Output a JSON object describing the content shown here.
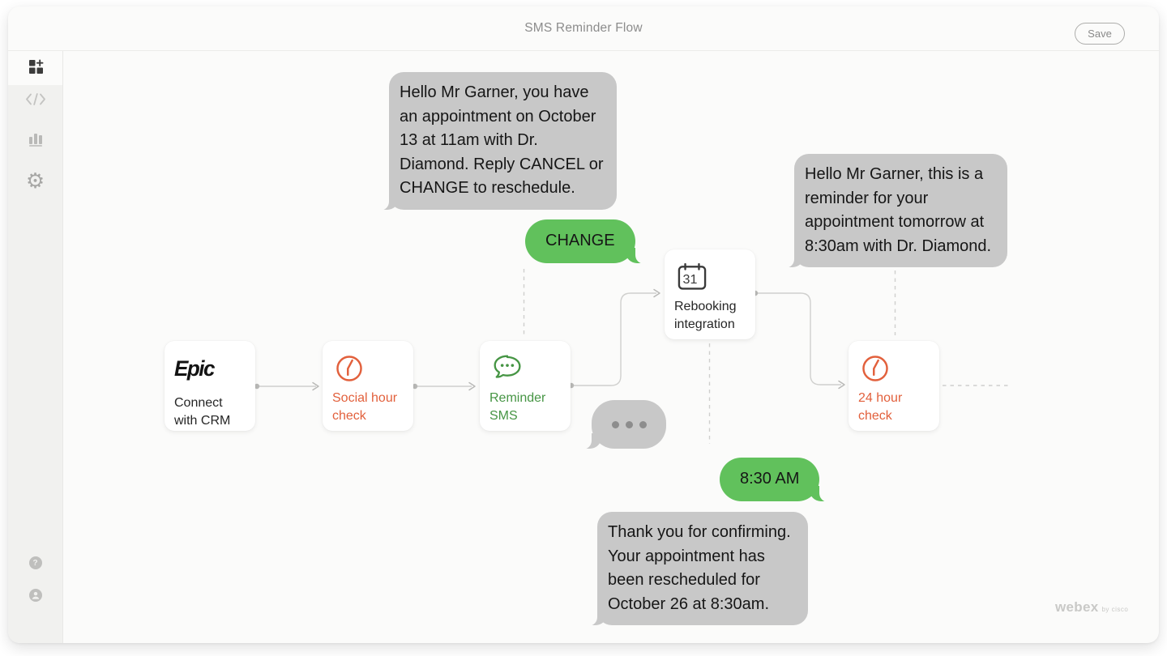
{
  "header": {
    "title": "SMS Reminder Flow",
    "save_label": "Save"
  },
  "sidebar": {
    "icons": [
      "widgets-add-icon",
      "code-icon",
      "analytics-icon",
      "settings-gear-icon"
    ],
    "footer_icons": [
      "help-icon",
      "user-icon"
    ],
    "help_glyph": "?"
  },
  "canvas": {
    "nodes": [
      {
        "id": "connect-crm",
        "icon": "epic-logo",
        "logo_text": "Epic",
        "label": "Connect with CRM",
        "color": "#262626"
      },
      {
        "id": "social-hour-check",
        "icon": "clock-icon",
        "label": "Social hour check",
        "color": "#e2603c"
      },
      {
        "id": "reminder-sms",
        "icon": "chat-bubble-icon",
        "label": "Reminder SMS",
        "color": "#469544"
      },
      {
        "id": "rebooking-integration",
        "icon": "calendar-icon",
        "calendar_day": "31",
        "label": "Rebooking integration",
        "color": "#262626"
      },
      {
        "id": "24-hour-check",
        "icon": "clock-icon",
        "label": "24 hour check",
        "color": "#e2603c"
      }
    ],
    "edges": [
      {
        "from": "connect-crm",
        "to": "social-hour-check",
        "style": "solid"
      },
      {
        "from": "social-hour-check",
        "to": "reminder-sms",
        "style": "solid"
      },
      {
        "from": "reminder-sms",
        "to": "rebooking-integration",
        "style": "solid"
      },
      {
        "from": "rebooking-integration",
        "to": "24-hour-check",
        "style": "solid"
      },
      {
        "from": "24-hour-check",
        "to": "canvas-right",
        "style": "dashed"
      }
    ],
    "bubbles": [
      {
        "id": "sms-outbound-1",
        "direction": "received",
        "text": "Hello Mr Garner, you have an appointment on October 13 at 11am with Dr. Diamond. Reply CANCEL or CHANGE to reschedule."
      },
      {
        "id": "sms-reply-change",
        "direction": "sent",
        "text": "CHANGE"
      },
      {
        "id": "sms-outbound-2",
        "direction": "received",
        "text": "Hello Mr Garner, this is a reminder for your appointment tomorrow at 8:30am with Dr. Diamond."
      },
      {
        "id": "typing-indicator",
        "direction": "received",
        "text": ""
      },
      {
        "id": "sms-reply-830",
        "direction": "sent",
        "text": "8:30 AM"
      },
      {
        "id": "sms-outbound-3",
        "direction": "received",
        "text": "Thank you for confirming. Your appointment has been rescheduled for October 26 at 8:30am."
      }
    ],
    "watermark": {
      "brand": "webex",
      "by": "by cisco"
    }
  },
  "colors": {
    "bubble_gray": "#c8c8c8",
    "bubble_green": "#61c15c",
    "node_orange": "#e2603c",
    "node_green": "#469544",
    "connector": "#d0d0ce"
  }
}
